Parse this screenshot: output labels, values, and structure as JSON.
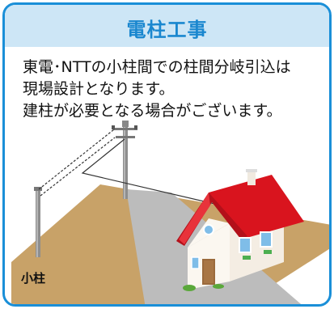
{
  "title": "電柱工事",
  "description_lines": [
    "東電･NTTの小柱間での柱間分岐引込は",
    "現場設計となります。",
    "建柱が必要となる場合がございます。"
  ],
  "pole_label": "小柱",
  "colors": {
    "border": "#1a8fd8",
    "header_bg": "#cde6f6",
    "title": "#1a87cf",
    "ground": "#c8a268",
    "road": "#bcbcbc",
    "roof": "#d9141e"
  }
}
